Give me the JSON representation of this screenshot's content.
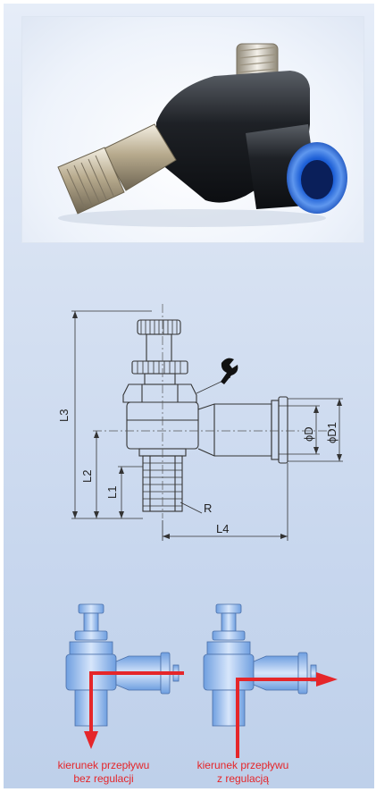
{
  "drawing": {
    "labels": {
      "l1": "L1",
      "l2": "L2",
      "l3": "L3",
      "l4": "L4",
      "r": "R",
      "d": "ϕD",
      "d1": "ϕD1"
    }
  },
  "flow": {
    "left_caption_line1": "kierunek przepływu",
    "left_caption_line2": "bez regulacji",
    "right_caption_line1": "kierunek przepływu",
    "right_caption_line2": "z regulacją"
  },
  "colors": {
    "arrow": "#e5262a",
    "fitting_blue": "#8fb4e6",
    "outline": "#333333"
  }
}
